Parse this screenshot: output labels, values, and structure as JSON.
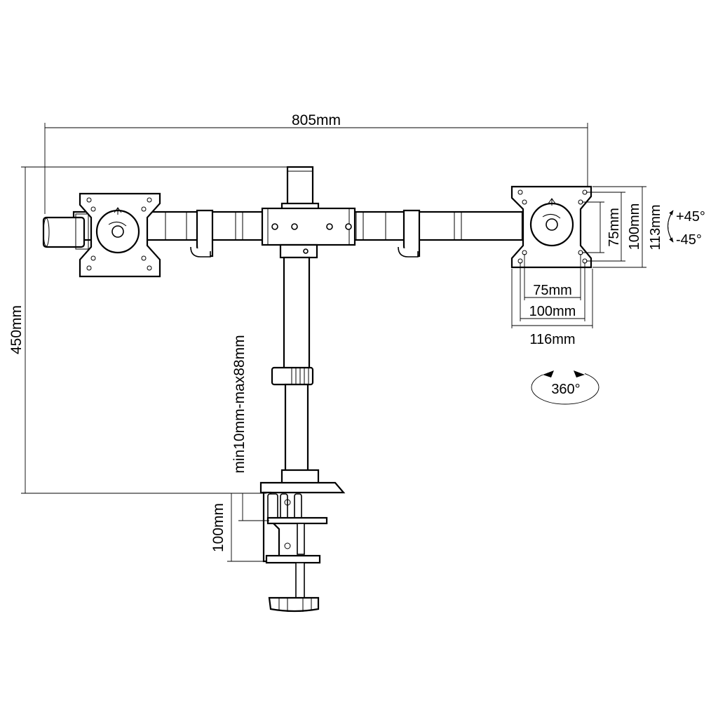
{
  "dimensions": {
    "total_width": "805mm",
    "pole_height": "450mm",
    "clamp_range": "min10mm-max88mm",
    "clamp_height": "100mm",
    "vesa_v_75": "75mm",
    "vesa_v_100": "100mm",
    "plate_height": "113mm",
    "vesa_h_75": "75mm",
    "vesa_h_100": "100mm",
    "plate_width": "116mm"
  },
  "tilt": {
    "up": "+45°",
    "down": "-45°"
  },
  "rotation": "360°"
}
